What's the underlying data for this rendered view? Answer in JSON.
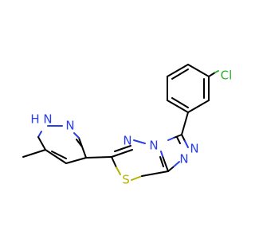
{
  "molecule": {
    "atoms": [
      {
        "id": "n_h",
        "label": "N",
        "color": "#2a3ee6"
      },
      {
        "id": "h_on_n",
        "label": "H",
        "color": "#2a3ee6"
      },
      {
        "id": "n_pyrazole",
        "label": "N",
        "color": "#2a3ee6"
      },
      {
        "id": "n_thiadiazole",
        "label": "N",
        "color": "#2a3ee6"
      },
      {
        "id": "n_bridge",
        "label": "N",
        "color": "#2a3ee6"
      },
      {
        "id": "n_triazole_1",
        "label": "N",
        "color": "#2a3ee6"
      },
      {
        "id": "n_triazole_2",
        "label": "N",
        "color": "#2a3ee6"
      },
      {
        "id": "s_ring",
        "label": "S",
        "color": "#b8b000"
      },
      {
        "id": "cl",
        "label": "Cl",
        "color": "#2fb12f"
      }
    ]
  }
}
